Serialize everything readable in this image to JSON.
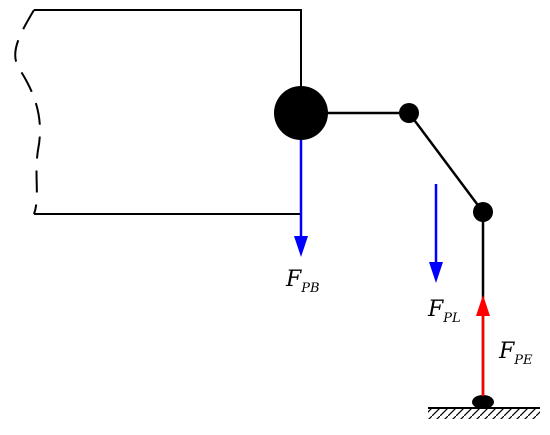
{
  "colors": {
    "structure": "#000000",
    "downward_force": "#0000ff",
    "upward_force": "#ff0000",
    "background": "#ffffff"
  },
  "forces": {
    "pb": {
      "symbol": "F",
      "subscript": "PB",
      "direction": "down",
      "color": "#0000ff"
    },
    "pl": {
      "symbol": "F",
      "subscript": "PL",
      "direction": "down",
      "color": "#0000ff"
    },
    "pe": {
      "symbol": "F",
      "subscript": "PE",
      "direction": "up",
      "color": "#ff0000"
    }
  }
}
